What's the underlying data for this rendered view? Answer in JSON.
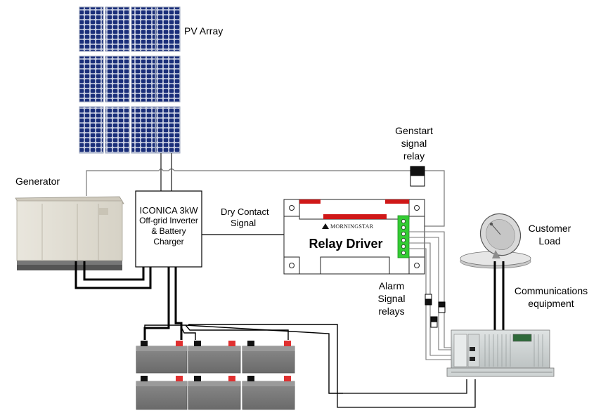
{
  "labels": {
    "pv_array": "PV Array",
    "generator": "Generator",
    "inverter_line1": "ICONICA 3kW",
    "inverter_line2": "Off-grid Inverter",
    "inverter_line3": "& Battery",
    "inverter_line4": "Charger",
    "dry_contact_line1": "Dry Contact",
    "dry_contact_line2": "Signal",
    "genstart_line1": "Genstart",
    "genstart_line2": "signal",
    "genstart_line3": "relay",
    "relay_driver": "Relay Driver",
    "morningstar": "MORNINGSTAR",
    "alarm_line1": "Alarm",
    "alarm_line2": "Signal",
    "alarm_line3": "relays",
    "customer_line1": "Customer",
    "customer_line2": "Load",
    "comms_line1": "Communications",
    "comms_line2": "equipment"
  },
  "colors": {
    "solar_cell": "#1b2f7a",
    "solar_frame": "#bfc6d8",
    "battery_body": "#7f7f7f",
    "battery_pos_terminal": "#e03030",
    "battery_neg_terminal": "#111111",
    "relay_driver_red": "#d01818",
    "relay_driver_green": "#33cc33",
    "wire": "#000000",
    "signal_wire": "#666666"
  },
  "icons": {
    "pv_array": "solar-panel-icon",
    "generator": "generator-icon",
    "battery": "battery-icon",
    "dish": "satellite-dish-icon",
    "rack": "equipment-rack-icon",
    "relay": "relay-icon"
  }
}
